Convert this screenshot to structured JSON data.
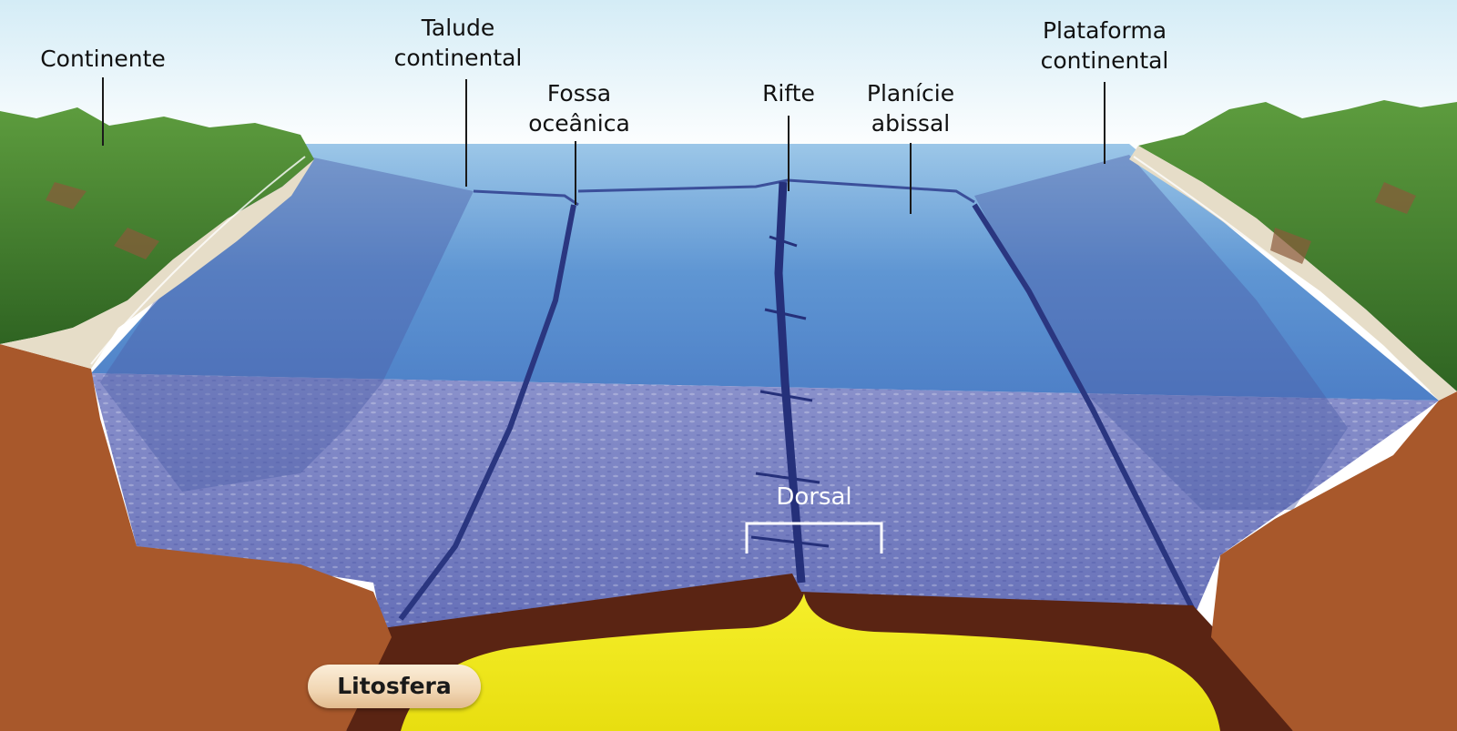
{
  "labels": {
    "continente": "Continente",
    "talude": [
      "Talude",
      "continental"
    ],
    "fossa": [
      "Fossa",
      "oceânica"
    ],
    "rifte": "Rifte",
    "planicie": [
      "Planície",
      "abissal"
    ],
    "plataforma": [
      "Plataforma",
      "continental"
    ],
    "dorsal": "Dorsal",
    "litosfera": "Litosfera"
  },
  "colors": {
    "sky": "#dff0f8",
    "ocean": "#5f96d3",
    "seafloor": "#7a84c4",
    "land": "#3f7d2e",
    "crust": "#a8582b",
    "lithosphere": "#5a2413",
    "mantle": "#f0ea1e"
  }
}
